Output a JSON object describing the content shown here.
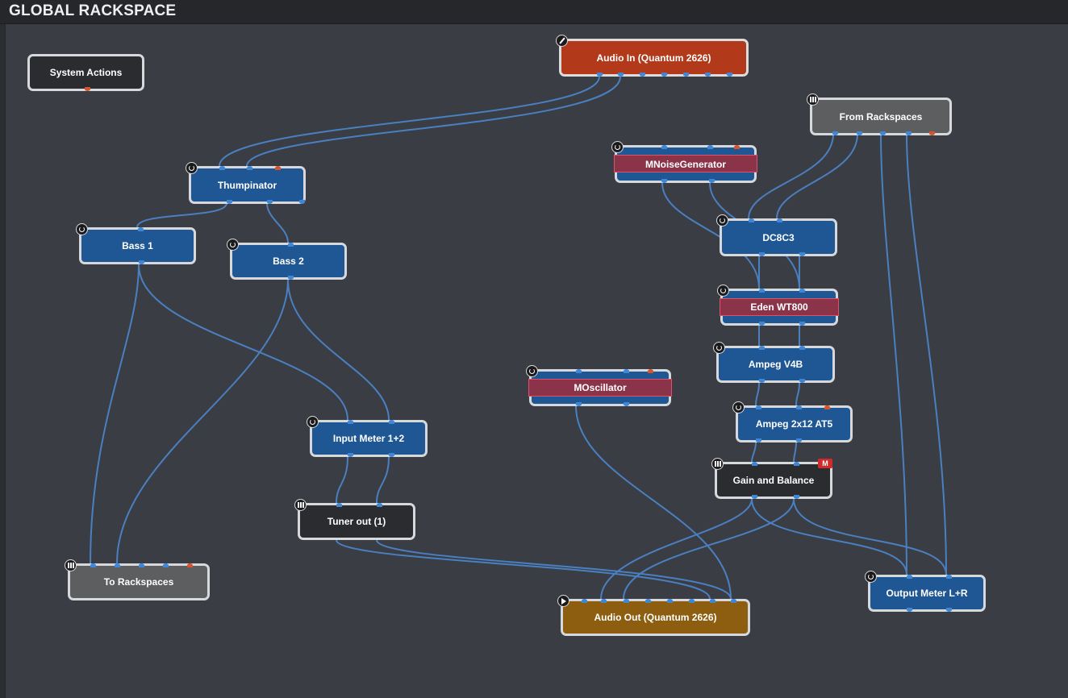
{
  "window": {
    "title": "GLOBAL RACKSPACE"
  },
  "colors": {
    "wire": "#4a7fc0",
    "plugin_blue": "#1f5694",
    "audio_in_red": "#b2391a",
    "audio_out_gold": "#8d5e0f",
    "bypassed_bar": "#8a3349",
    "pin_blue": "#3e86d6",
    "pin_midi_orange": "#d7532b"
  },
  "nodes": {
    "system_actions": {
      "label": "System Actions"
    },
    "audio_in": {
      "label": "Audio In (Quantum 2626)",
      "icon": "pen-icon"
    },
    "from_rackspaces": {
      "label": "From Rackspaces",
      "icon": "faders-icon"
    },
    "thumpinator": {
      "label": "Thumpinator",
      "icon": "knob-icon"
    },
    "mnoisegenerator": {
      "label": "MNoiseGenerator",
      "icon": "knob-icon",
      "bypassed": true
    },
    "bass1": {
      "label": "Bass 1",
      "icon": "knob-icon"
    },
    "bass2": {
      "label": "Bass 2",
      "icon": "knob-icon"
    },
    "dc8c3": {
      "label": "DC8C3",
      "icon": "knob-icon"
    },
    "eden": {
      "label": "Eden WT800",
      "icon": "knob-icon",
      "bypassed": true
    },
    "ampeg_v4b": {
      "label": "Ampeg V4B",
      "icon": "knob-icon"
    },
    "moscillator": {
      "label": "MOscillator",
      "icon": "knob-icon",
      "bypassed": true
    },
    "ampeg_2x12": {
      "label": "Ampeg 2x12 AT5",
      "icon": "knob-icon"
    },
    "input_meter": {
      "label": "Input Meter 1+2",
      "icon": "knob-icon"
    },
    "gain_balance": {
      "label": "Gain and Balance",
      "icon": "faders-icon",
      "badge": "M"
    },
    "tuner_out": {
      "label": "Tuner out (1)",
      "icon": "faders-icon"
    },
    "to_rackspaces": {
      "label": "To Rackspaces",
      "icon": "faders-icon"
    },
    "audio_out": {
      "label": "Audio Out (Quantum 2626)",
      "icon": "play-icon"
    },
    "output_meter": {
      "label": "Output Meter L+R",
      "icon": "knob-icon"
    }
  }
}
